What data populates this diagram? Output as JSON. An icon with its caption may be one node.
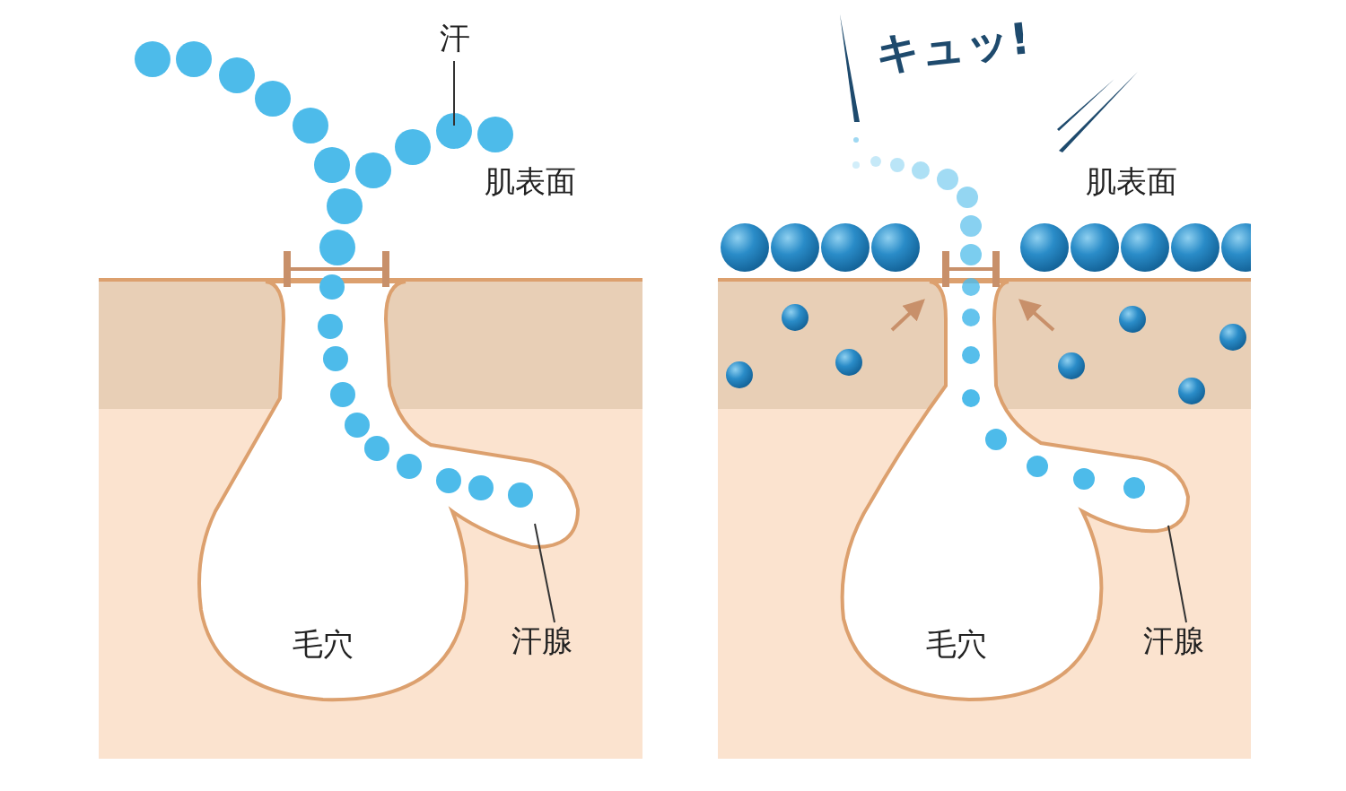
{
  "diagram": {
    "nodes": [
      {
        "text": [
          "汗"
        ]
      },
      {
        "text": [
          "汗腺"
        ]
      },
      {
        "text": [
          "汗腺"
        ]
      }
    ],
    "edges": [
      {
        "from": 0,
        "to": null,
        "arrow": "none"
      },
      {
        "from": 1,
        "to": null,
        "arrow": "none"
      },
      {
        "from": 2,
        "to": null,
        "arrow": "none"
      }
    ],
    "labels": [
      "キュッ!",
      "肌表面",
      "肌表面",
      "毛穴",
      "毛穴"
    ]
  }
}
